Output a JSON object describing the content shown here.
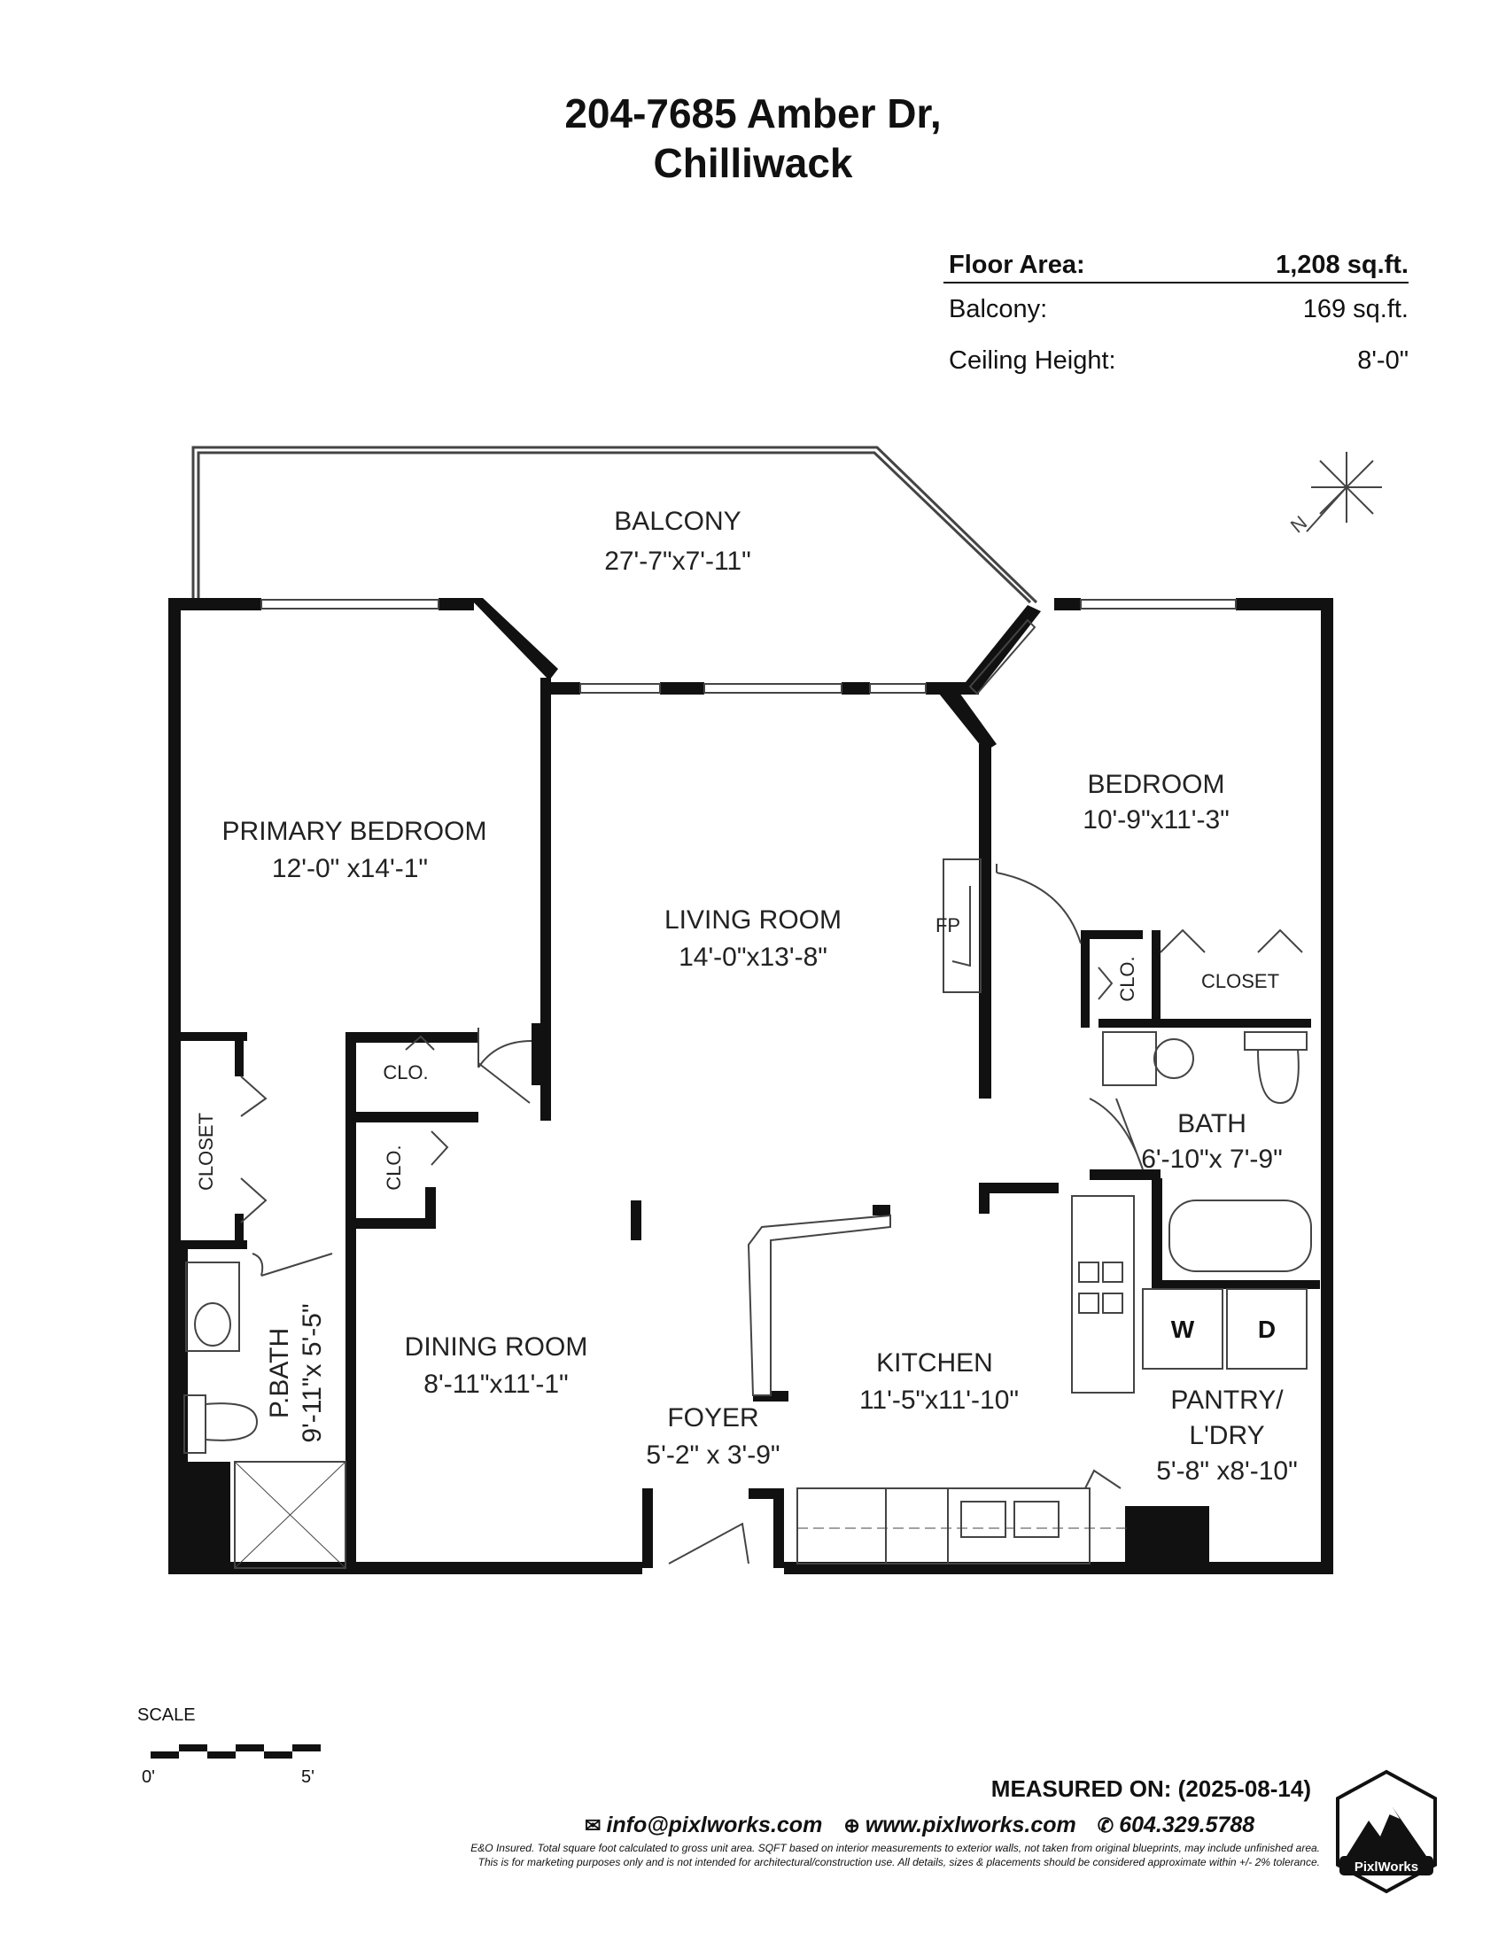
{
  "title": {
    "line1": "204-7685 Amber Dr,",
    "line2": "Chilliwack"
  },
  "areas": {
    "floor_label": "Floor Area:",
    "floor_value": "1,208 sq.ft.",
    "balcony_label": "Balcony:",
    "balcony_value": "169 sq.ft.",
    "ceiling_label": "Ceiling Height:",
    "ceiling_value": "8'-0\""
  },
  "rooms": {
    "balcony": {
      "name": "BALCONY",
      "dims": "27'-7\"x7'-11\""
    },
    "primary": {
      "name": "PRIMARY BEDROOM",
      "dims": "12'-0\" x14'-1\""
    },
    "living": {
      "name": "LIVING ROOM",
      "dims": "14'-0\"x13'-8\""
    },
    "bedroom": {
      "name": "BEDROOM",
      "dims": "10'-9\"x11'-3\""
    },
    "bath": {
      "name": "BATH",
      "dims": "6'-10\"x 7'-9\""
    },
    "dining": {
      "name": "DINING ROOM",
      "dims": "8'-11\"x11'-1\""
    },
    "kitchen": {
      "name": "KITCHEN",
      "dims": "11'-5\"x11'-10\""
    },
    "foyer": {
      "name": "FOYER",
      "dims": "5'-2\" x 3'-9\""
    },
    "pantry": {
      "name1": "PANTRY/",
      "name2": "L'DRY",
      "dims": "5'-8\" x8'-10\""
    },
    "pbath": {
      "name": "P.BATH",
      "dims": "9'-11\"x 5'-5\""
    }
  },
  "labels": {
    "closet": "CLOSET",
    "closet_bed": "CLOSET",
    "clo1": "CLO.",
    "clo2": "CLO.",
    "clo3": "CLO.",
    "fp": "FP",
    "washer": "W",
    "dryer": "D",
    "north": "N"
  },
  "scale": {
    "label": "SCALE",
    "zero": "0'",
    "five": "5'"
  },
  "footer": {
    "measured": "MEASURED ON: (2025-08-14)",
    "email": "info@pixlworks.com",
    "web": "www.pixlworks.com",
    "phone": "604.329.5788",
    "disclaimer1": "E&O Insured. Total square foot calculated to gross unit area. SQFT based on interior measurements to exterior walls, not taken from original blueprints, may include unfinished area.",
    "disclaimer2": "This is for marketing purposes only and is not intended for architectural/construction use. All details, sizes & placements should be considered approximate within +/- 2% tolerance.",
    "brand": "PixlWorks"
  },
  "colors": {
    "wall": "#111111",
    "line": "#444444"
  }
}
